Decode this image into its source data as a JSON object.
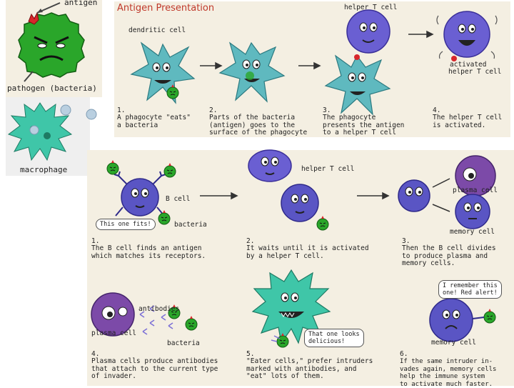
{
  "colors": {
    "panel_bg": "#f4efe2",
    "pathogen_green": "#2aa62a",
    "phagocyte_teal": "#5fb9bf",
    "macrophage_teal": "#3fc6a8",
    "t_cell_purple": "#6a5fd2",
    "b_cell_purple": "#5a55c4",
    "plasma_purple": "#7c4aa8",
    "antigen_red": "#d8262b",
    "title_red": "#c0392b"
  },
  "top_left": {
    "antigen_label": "antigen",
    "pathogen_label": "pathogen (bacteria)",
    "macrophage_label": "macrophage"
  },
  "presentation": {
    "title": "Antigen Presentation",
    "dendritic_label": "dendritic cell",
    "helper_label": "helper T cell",
    "activated_label_1": "activated",
    "activated_label_2": "helper T cell",
    "steps": [
      {
        "num": "1.",
        "text": "A phagocyte \"eats\"\na bacteria"
      },
      {
        "num": "2.",
        "text": "Parts of the bacteria\n(antigen) goes to the\nsurface of the phagocyte"
      },
      {
        "num": "3.",
        "text": "The phagocyte\npresents the antigen\nto a helper T cell"
      },
      {
        "num": "4.",
        "text": "The helper T cell\nis activated."
      }
    ]
  },
  "bcell": {
    "b_cell_label": "B cell",
    "bacteria_label": "bacteria",
    "fits_bubble": "This one fits!",
    "helper_label": "helper T cell",
    "plasma_label": "plasma cell",
    "memory_label": "memory cell",
    "steps": [
      {
        "num": "1.",
        "text": "The B cell finds an antigen\nwhich matches its receptors."
      },
      {
        "num": "2.",
        "text": "It waits until it is activated\nby a helper T cell."
      },
      {
        "num": "3.",
        "text": "Then the B cell divides\nto produce plasma and\nmemory cells."
      }
    ]
  },
  "attack": {
    "antibodies_label": "antibodies",
    "plasma_label": "plasma cell",
    "bacteria_label": "bacteria",
    "delicious_bubble": "That one looks\ndelicious!",
    "remember_bubble": "I remember this\none! Red alert!",
    "memory_label": "memory cell",
    "steps": [
      {
        "num": "4.",
        "text": "Plasma cells produce antibodies\nthat attach to the current type\nof invader."
      },
      {
        "num": "5.",
        "text": "\"Eater cells,\" prefer intruders\nmarked with antibodies, and\n\"eat\" lots of them."
      },
      {
        "num": "6.",
        "text": "If the same intruder in-\nvades again, memory cells\nhelp the immune system\nto activate much faster."
      }
    ]
  }
}
